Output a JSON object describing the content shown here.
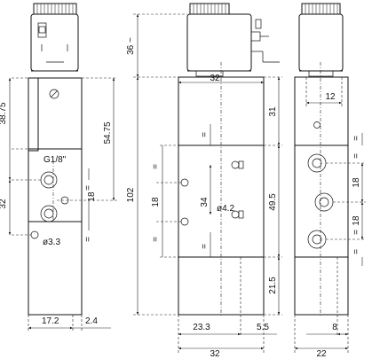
{
  "colors": {
    "line": "#111111",
    "background": "#ffffff"
  },
  "view_left": {
    "width_17_2": "17.2",
    "width_2_4": "2.4",
    "height_38_75": "38.75",
    "height_54_75": "54.75",
    "height_32": "32",
    "height_18": "18",
    "eq_upper": "=",
    "eq_lower": "=",
    "port_label": "G1/8\"",
    "hole_label": "ø3.3"
  },
  "view_front": {
    "height_36": "36 ~",
    "height_102": "102",
    "height_31": "31",
    "height_18": "18",
    "height_34": "34",
    "height_49_5": "49.5",
    "height_21_5": "21.5",
    "width_32_top": "32",
    "width_23_3": "23.3",
    "width_5_5": "5.5",
    "width_32_bottom": "32",
    "hole_label": "ø4.2",
    "eq_1": "=",
    "eq_2": "=",
    "eq_3": "=",
    "eq_4": "="
  },
  "view_right": {
    "width_12": "12",
    "height_18_a": "18",
    "height_18_b": "18",
    "width_8": "8",
    "width_22": "22",
    "eq_1": "=",
    "eq_2": "=",
    "eq_3": "=",
    "eq_4": "="
  }
}
